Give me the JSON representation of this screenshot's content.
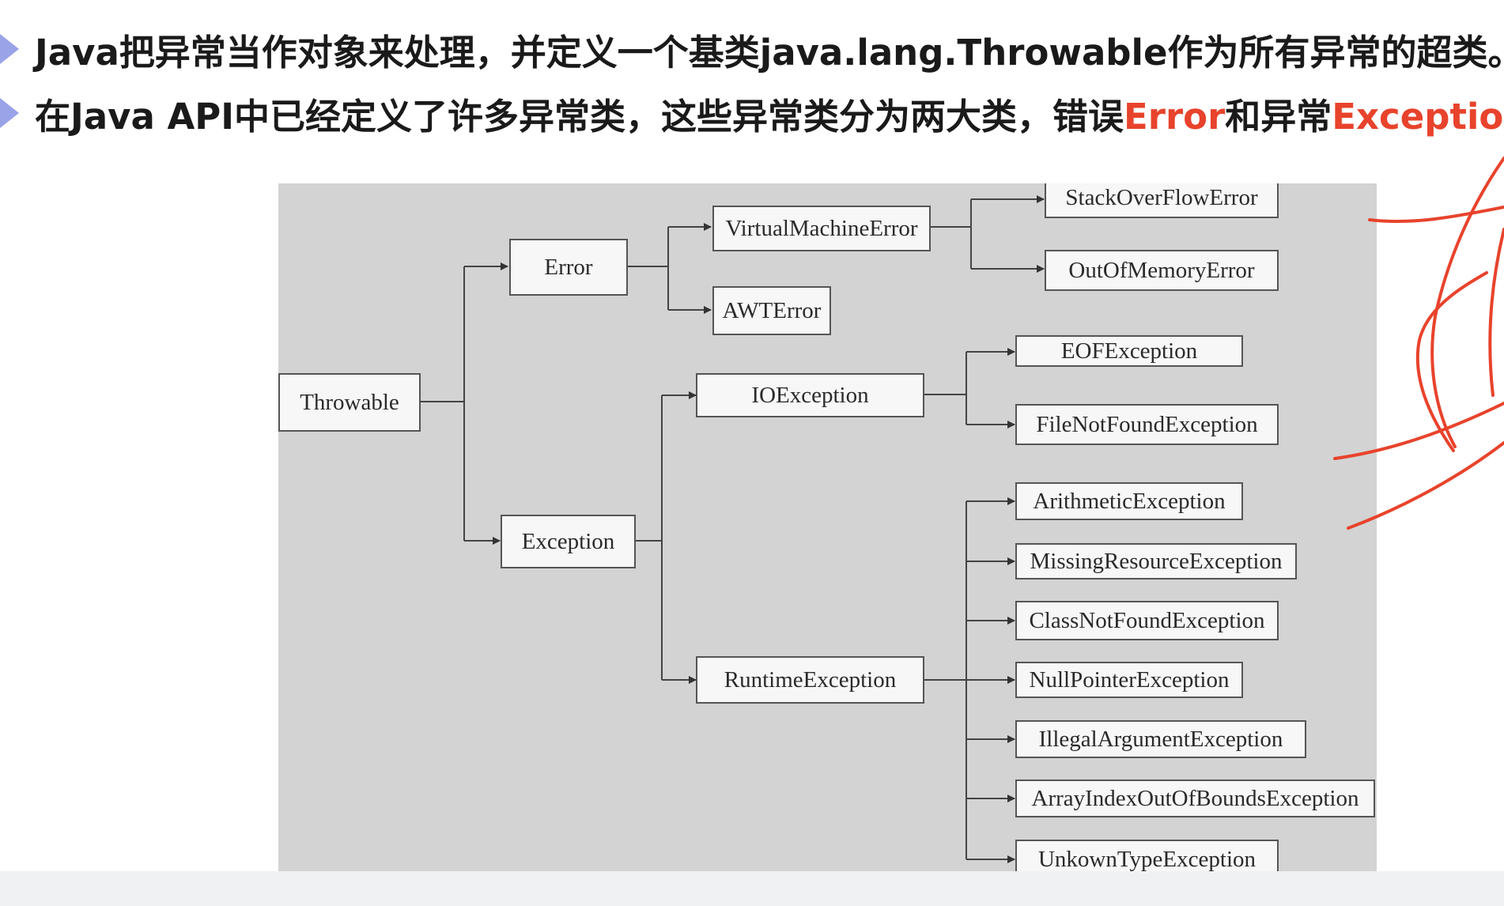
{
  "bullets": [
    {
      "parts": [
        "Java把异常当作对象来处理，并定义一个基类java.lang.Throwable作为所有异常的超类。"
      ]
    },
    {
      "parts": [
        "在Java API中已经定义了许多异常类，这些异常类分为两大类，错误",
        "Error",
        "和异常",
        "Exception"
      ]
    }
  ],
  "diagram": {
    "nodes": {
      "throwable": "Throwable",
      "error": "Error",
      "exception": "Exception",
      "virtual_machine_error": "VirtualMachineError",
      "awt_error": "AWTError",
      "stack_overflow_error": "StackOverFlowError",
      "out_of_memory_error": "OutOfMemoryError",
      "io_exception": "IOException",
      "runtime_exception": "RuntimeException",
      "eof_exception": "EOFException",
      "file_not_found_exception": "FileNotFoundException",
      "arithmetic_exception": "ArithmeticException",
      "missing_resource_exception": "MissingResourceException",
      "class_not_found_exception": "ClassNotFoundException",
      "null_pointer_exception": "NullPointerException",
      "illegal_argument_exception": "IllegalArgumentException",
      "array_index_out_of_bounds_exception": "ArrayIndexOutOfBoundsException",
      "unkown_type_exception": "UnkownTypeException"
    }
  },
  "colors": {
    "highlight": "#e8432c",
    "bullet": "#9aa3e8",
    "diagram_bg": "#d3d3d3",
    "annotation": "#e8432c"
  }
}
